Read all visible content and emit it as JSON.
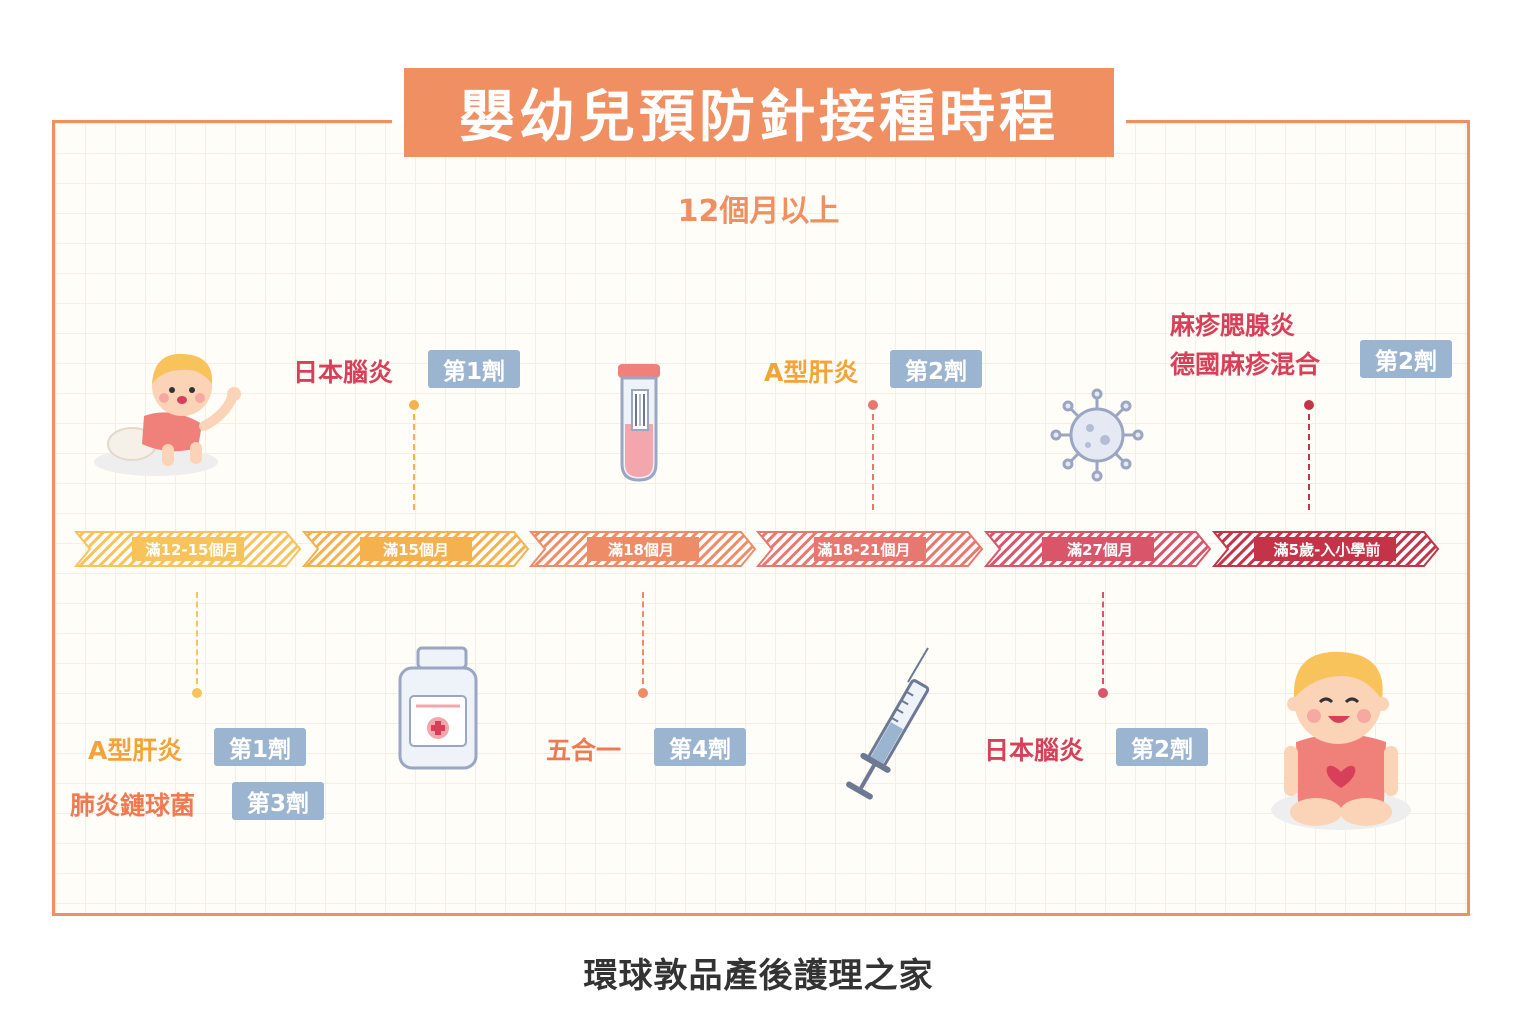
{
  "title": "嬰幼兒預防針接種時程",
  "subtitle": "12個月以上",
  "footer": "環球敦品產後護理之家",
  "colors": {
    "accent": "#ef8f62",
    "badge": "#9bb4cf",
    "seg1": "#f7c35a",
    "seg2": "#f5b14e",
    "seg3": "#ef8c68",
    "seg4": "#e87770",
    "seg5": "#d9566a",
    "seg6": "#c43448"
  },
  "timeline": [
    {
      "label": "滿12-15個月"
    },
    {
      "label": "滿15個月"
    },
    {
      "label": "滿18個月"
    },
    {
      "label": "滿18-21個月"
    },
    {
      "label": "滿27個月"
    },
    {
      "label": "滿5歲-入小學前"
    }
  ],
  "above": {
    "je1": {
      "vaccine": "日本腦炎",
      "dose": "第1劑"
    },
    "hepa2": {
      "vaccine": "A型肝炎",
      "dose": "第2劑"
    },
    "mmr": {
      "vaccine_line1": "麻疹腮腺炎",
      "vaccine_line2": "德國麻疹混合",
      "dose": "第2劑"
    }
  },
  "below": {
    "hepa1": {
      "vaccine": "A型肝炎",
      "dose": "第1劑"
    },
    "pcv": {
      "vaccine": "肺炎鏈球菌",
      "dose": "第3劑"
    },
    "five": {
      "vaccine": "五合一",
      "dose": "第4劑"
    },
    "je2": {
      "vaccine": "日本腦炎",
      "dose": "第2劑"
    }
  },
  "icons": [
    "crawling-baby",
    "test-tube",
    "virus",
    "medicine-bottle",
    "syringe",
    "sitting-baby"
  ]
}
